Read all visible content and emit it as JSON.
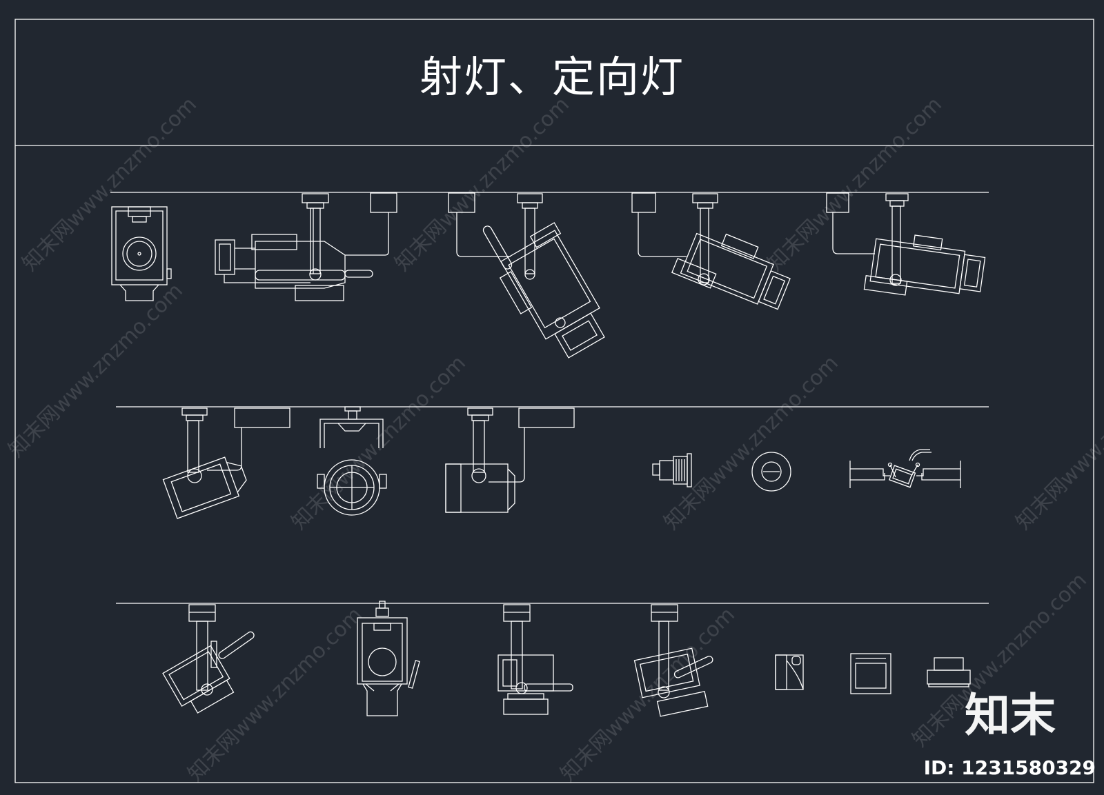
{
  "title": "射灯、定向灯",
  "brand": {
    "logo_text": "知末",
    "id_label": "ID: 1231580329"
  },
  "watermark": {
    "text": "知末网www.znzmo.com"
  },
  "colors": {
    "background": "#212730",
    "line": "#ffffff"
  }
}
